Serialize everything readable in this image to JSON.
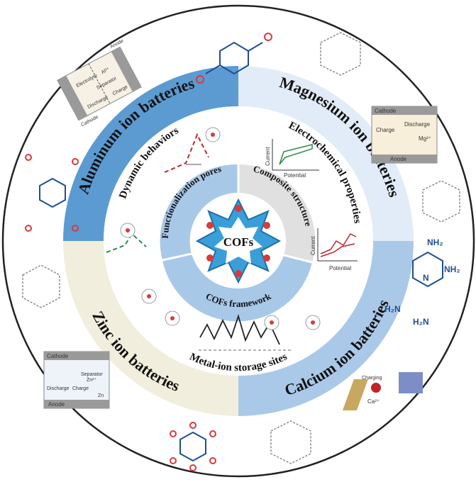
{
  "center": {
    "label": "COFs"
  },
  "inner_ring": {
    "functionalization": "Functionalization pores",
    "composite": "Composite structure",
    "framework": "COFs framework"
  },
  "middle_ring": {
    "dynamic": "Dynamic behaviors",
    "electrochemical": "Electrochemical properties",
    "storage": "Metal-ion storage sites",
    "axis_current": "Current",
    "axis_potential": "Potential"
  },
  "outer_ring": {
    "aluminum": "Aluminum ion batteries",
    "magnesium": "Magnesium ion batteries",
    "zinc": "Zinc ion batteries",
    "calcium": "Calcium ion batteries"
  },
  "cells": {
    "al": {
      "anode": "Anode",
      "electrolyte": "Electrolyte",
      "separator": "Separator",
      "cathode": "Cathode",
      "ion": "Al³⁺",
      "discharge": "Discharge",
      "charge": "Charge"
    },
    "mg": {
      "cathode": "Cathode",
      "anode": "Anode",
      "ion": "Mg²⁺",
      "discharge": "Discharge",
      "charge": "Charge"
    },
    "zn": {
      "cathode": "Cathode",
      "anode": "Anode",
      "separator": "Separator",
      "ion": "Zn²⁺",
      "discharge": "Discharge",
      "charge": "Charge",
      "zn": "Zn"
    },
    "ca": {
      "charging": "Charging",
      "ion": "Ca²⁺"
    }
  },
  "molecules": {
    "nh2_a": "NH₂",
    "nh2_b": "NH₂",
    "h2n_a": "H₂N",
    "h2n_b": "H₂N",
    "n": "N"
  },
  "colors": {
    "aluminum": "#5b9bd1",
    "magnesium": "#e2ecf8",
    "zinc": "#f2eedd",
    "calcium": "#aac9e8",
    "inner_functionalization": "#a8c8e8",
    "inner_composite": "#e0e0e0",
    "inner_framework": "#a8c8e8",
    "middle_ring": "#ffffff",
    "outer_circle_stroke": "#222222"
  }
}
